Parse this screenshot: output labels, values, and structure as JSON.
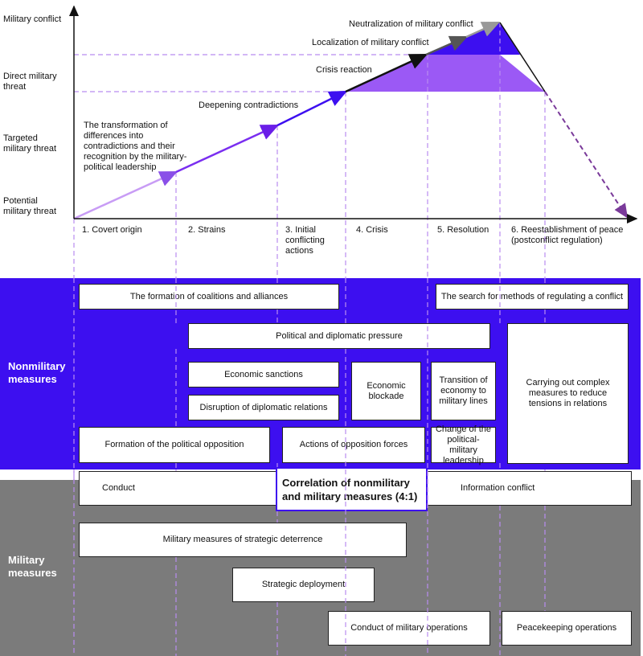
{
  "y_axis_labels": {
    "conflict": "Military conflict",
    "direct": "Direct military threat",
    "targeted": "Targeted military threat",
    "potential": "Potential military threat"
  },
  "stages": [
    "1. Covert origin",
    "2. Strains",
    "3. Initial conflicting actions",
    "4. Crisis",
    "5. Resolution",
    "6. Reestablishment of peace (postconflict regulation)"
  ],
  "arrow_labels": {
    "transformation": "The transformation of differences into contradictions and their recognition by the military-political leadership",
    "deepening": "Deepening contradictions",
    "crisis_reaction": "Crisis reaction",
    "localization": "Localization of military conflict",
    "neutralization": "Neutralization of military conflict"
  },
  "sections": {
    "nonmilitary": "Nonmilitary measures",
    "military": "Military measures"
  },
  "boxes": {
    "coalitions": "The formation of coalitions and alliances",
    "search_methods": "The search for methods of regulating a conflict",
    "political_pressure": "Political and diplomatic pressure",
    "complex_measures": "Carrying out complex measures to reduce tensions in relations",
    "economic_sanctions": "Economic sanctions",
    "economic_blockade": "Economic blockade",
    "transition_economy": "Transition of economy to military lines",
    "disruption_relations": "Disruption of diplomatic relations",
    "political_opposition": "Formation of the political opposition",
    "opposition_forces": "Actions of opposition forces",
    "change_leadership": "Change of the political-military leadership",
    "conduct": "Conduct",
    "information_conflict": "Information conflict",
    "strategic_deterrence": "Military measures of strategic deterrence",
    "strategic_deployment": "Strategic deployment",
    "military_operations": "Conduct of military operations",
    "peacekeeping": "Peacekeeping operations"
  },
  "correlation": "Correlation of nonmilitary and military measures (4:1)",
  "colors": {
    "blue": "#3d0ff0",
    "violet": "#9b59f5",
    "light_violet": "#b98cf0",
    "gray": "#7b7b7b",
    "dash": "#b98cf0"
  }
}
